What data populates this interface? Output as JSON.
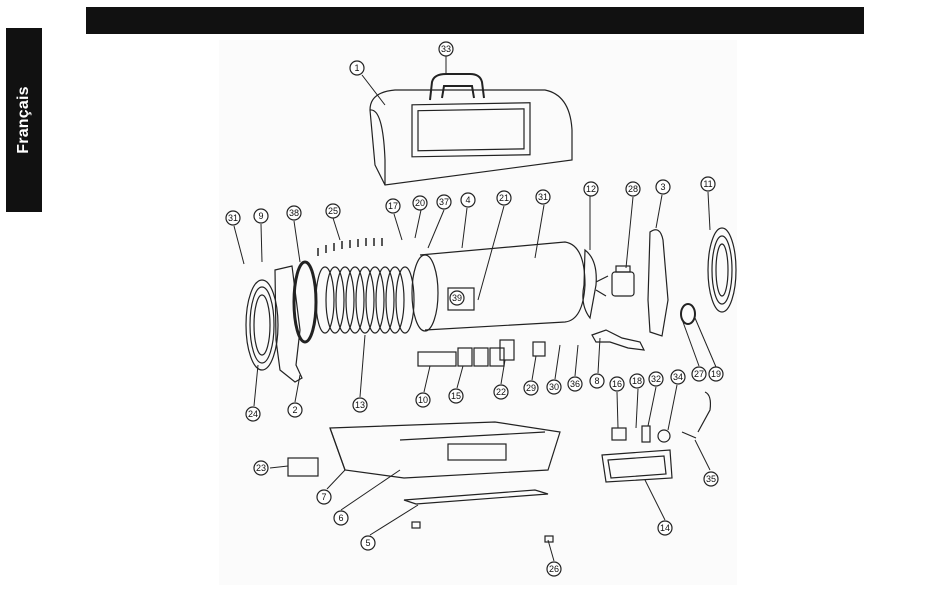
{
  "header": {
    "bar_color": "#111111"
  },
  "sidebar": {
    "language_label": "Français",
    "tab_color": "#111111"
  },
  "diagram": {
    "callouts": [
      "33",
      "1",
      "31",
      "9",
      "38",
      "25",
      "17",
      "20",
      "37",
      "4",
      "21",
      "31",
      "12",
      "28",
      "3",
      "11",
      "39",
      "24",
      "2",
      "13",
      "10",
      "15",
      "22",
      "29",
      "30",
      "36",
      "8",
      "27",
      "19",
      "16",
      "18",
      "32",
      "34",
      "23",
      "7",
      "6",
      "5",
      "26",
      "14",
      "35"
    ]
  }
}
